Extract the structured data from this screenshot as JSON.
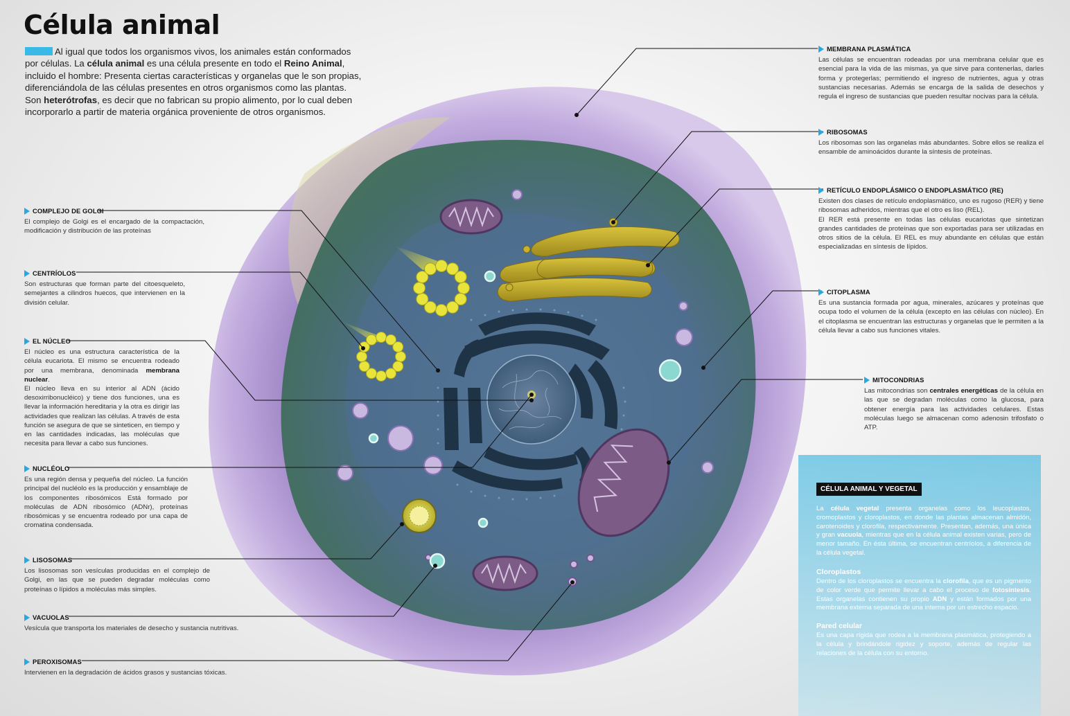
{
  "title": "Célula animal",
  "intro": {
    "p1_a": "Al igual que todos los organismos vivos, los animales están conformados por células. La ",
    "p1_b": "célula animal",
    "p1_c": " es una célula presente en todo el ",
    "p1_d": "Reino Animal",
    "p1_e": ", incluido el hombre: Presenta ciertas características y organelas que le son propias, diferenciándola de las células presentes en otros organismos como las plantas.",
    "p2_a": "Son ",
    "p2_b": "heterótrofas",
    "p2_c": ", es decir que no fabrican su propio alimento, por lo cual deben incorporarlo a partir de materia orgánica proveniente de otros organismos."
  },
  "left_labels": {
    "golgi": {
      "title": "Complejo de Golgi",
      "desc": "El complejo de Golgi es el encargado de la compactación, modificación y distribución de las proteínas"
    },
    "centriolos": {
      "title": "Centríolos",
      "desc": "Son estructuras que forman parte del citoesqueleto, semejantes a cilindros huecos, que intervienen en la división celular."
    },
    "nucleo": {
      "title": "El núcleo",
      "desc_a": "El núcleo es una estructura característica de la célula eucariota. El mismo se encuentra rodeado por una membrana, denominada ",
      "desc_b": "membrana nuclear",
      "desc_c": ".",
      "desc_d": "El núcleo lleva en su interior al ADN (ácido desoxirribonucléico) y tiene dos funciones, una es llevar la información hereditaria y la otra es dirigir las actividades que realizan las células. A través de esta función se asegura de que se sinteticen, en tiempo y en las cantidades indicadas, las moléculas que necesita para llevar a cabo sus funciones."
    },
    "nucleolo": {
      "title": "Nucléolo",
      "desc": "Es una región densa y pequeña del núcleo. La función principal del nucléolo es la producción y ensamblaje de los componentes ribosómicos Está formado por moléculas de ADN ribosómico (ADNr), proteínas ribosómicas y se encuentra rodeado por una capa de cromatina condensada."
    },
    "lisosomas": {
      "title": "Lisosomas",
      "desc": "Los lisosomas son vesículas producidas en el complejo de Golgi, en las que se pueden degradar moléculas como proteínas o lípidos a moléculas más simples."
    },
    "vacuolas": {
      "title": "Vacuolas",
      "desc": "Vesícula que transporta los materiales de desecho y sustancia nutritivas."
    },
    "peroxisomas": {
      "title": "Peroxisomas",
      "desc": "Intervienen en la degradación de ácidos grasos y sustancias tóxicas."
    }
  },
  "right_labels": {
    "membrana": {
      "title": "Membrana plasmática",
      "desc": "Las células se encuentran rodeadas por una membrana celular que es esencial para la vida de las mismas, ya que sirve para contenerlas, darles forma y protegerlas; permitiendo el ingreso de nutrientes, agua y otras sustancias necesarias. Además se encarga de la salida de desechos y regula el ingreso de sustancias que pueden resultar nocivas para la célula."
    },
    "ribosomas": {
      "title": "Ribosomas",
      "desc": "Los ribosomas son las organelas más abundantes. Sobre ellos se realiza el ensamble de aminoácidos durante la síntesis de proteínas."
    },
    "reticulo": {
      "title": "Retículo endoplásmico o endoplasmático (RE)",
      "desc_a": "Existen dos clases de retículo endoplasmático, uno es rugoso (RER) y tiene ribosomas adheridos, mientras que el otro es liso (REL).",
      "desc_b": "El RER está presente en todas las células eucariotas que sintetizan grandes cantidades de proteínas que son exportadas para ser utilizadas en otros sitios de la célula. El REL es muy abundante en células que están especializadas en síntesis de lípidos."
    },
    "citoplasma": {
      "title": "Citoplasma",
      "desc": "Es una sustancia formada por agua, minerales, azúcares y proteínas que ocupa todo el volumen de la célula (excepto en las células con núcleo). En el citoplasma se encuentran las estructuras y organelas que le permiten a la célula llevar a cabo sus funciones vitales."
    },
    "mitocondrias": {
      "title": "Mitocondrias",
      "desc_a": "Las mitocondrias son ",
      "desc_b": "centrales energéticas",
      "desc_c": " de la célula en las que se degradan moléculas como la glucosa, para obtener energía para las actividades celulares. Estas moléculas luego se almacenan como adenosin trifosfato o ATP."
    }
  },
  "sidebox": {
    "title": "Célula animal y vegetal",
    "p1_a": "La ",
    "p1_b": "célula vegetal",
    "p1_c": " presenta organelas como los leucoplastos, cromoplastos y cloroplastos, en donde las plantas almacenan almidón, carotenoides y clorofila, respectivamente. Presentan, además, una única y gran ",
    "p1_d": "vacuola",
    "p1_e": ", mientras que en la célula animal existen varias, pero de menor tamaño. En ésta última, se encuentran centríolos, a diferencia de la célula vegetal.",
    "h2": "Cloroplastos",
    "p2_a": "Dentro de los cloroplastos se encuentra la ",
    "p2_b": "clorofila",
    "p2_c": ", que es un pigmento de color verde que permite llevar a cabo el proceso de ",
    "p2_d": "fotosíntesis",
    "p2_e": ". Estas organelas contienen su propio ",
    "p2_f": "ADN",
    "p2_g": " y están formados por una membrana externa separada de una interna por un estrecho espacio.",
    "h3": "Pared celular",
    "p3": "Es una capa rígida que rodea a la membrana plasmática, protegiendo a la célula y brindándole rigidez y soporte, además de regular las relaciones de la célula con su entorno."
  },
  "colors": {
    "accent": "#29a8df",
    "membrane": "#b9a1d4",
    "cytoplasm": "#4d6d86",
    "nucleus": "#2e4a63",
    "golgi": "#c9b230",
    "centriole": "#e6e23a",
    "sidebox": "#5ec0e2"
  }
}
